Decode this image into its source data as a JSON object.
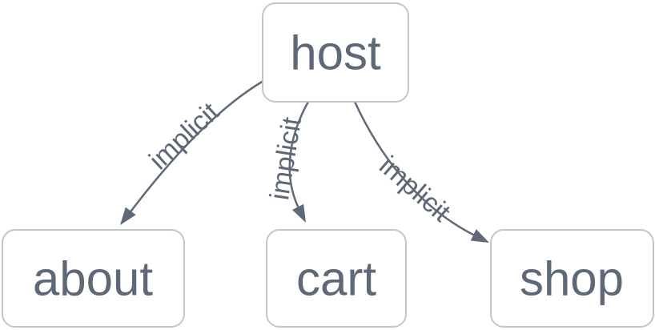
{
  "diagram": {
    "type": "flowchart",
    "direction": "top-down",
    "nodes": [
      {
        "id": "host",
        "label": "host"
      },
      {
        "id": "about",
        "label": "about"
      },
      {
        "id": "cart",
        "label": "cart"
      },
      {
        "id": "shop",
        "label": "shop"
      }
    ],
    "edges": [
      {
        "from": "host",
        "to": "about",
        "label": "implicit"
      },
      {
        "from": "host",
        "to": "cart",
        "label": "implicit"
      },
      {
        "from": "host",
        "to": "shop",
        "label": "implicit"
      }
    ],
    "colors": {
      "node_fill": "#ffffff",
      "node_border": "#c2c5ca",
      "node_text": "#5f6876",
      "edge_line": "#60697a",
      "edge_text": "#5f6876"
    }
  }
}
